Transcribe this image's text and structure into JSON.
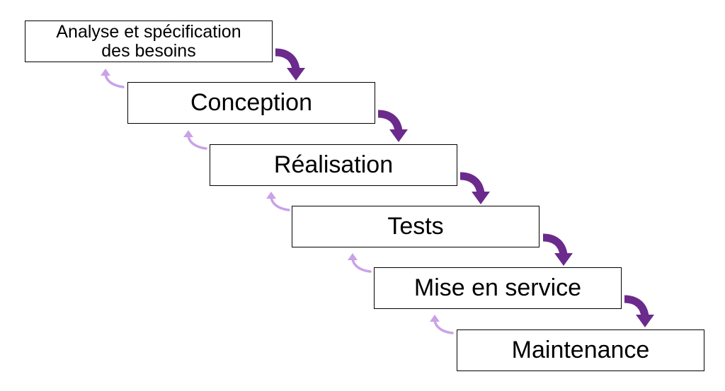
{
  "phases": [
    {
      "label": "Analyse et spécification\ndes besoins"
    },
    {
      "label": "Conception"
    },
    {
      "label": "Réalisation"
    },
    {
      "label": "Tests"
    },
    {
      "label": "Mise en service"
    },
    {
      "label": "Maintenance"
    }
  ],
  "colors": {
    "forward_arrow": "#6a2b8c",
    "feedback_arrow": "#c9a2e8",
    "box_border": "#000000",
    "text": "#000000"
  },
  "icons": {
    "forward": "curved-arrow-down-icon",
    "feedback": "curved-arrow-up-icon"
  }
}
